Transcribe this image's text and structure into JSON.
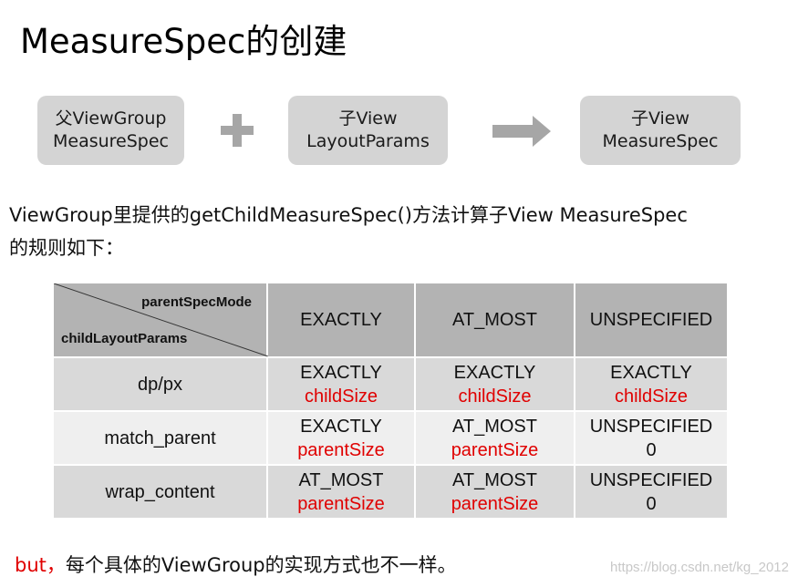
{
  "title": "MeasureSpec的创建",
  "flow": {
    "box1": {
      "line1": "父ViewGroup",
      "line2": "MeasureSpec"
    },
    "box2": {
      "line1": "子View",
      "line2": "LayoutParams"
    },
    "box3": {
      "line1": "子View",
      "line2": "MeasureSpec"
    },
    "operator_icon": "plus-icon",
    "result_icon": "right-arrow-icon"
  },
  "description": {
    "line1": "ViewGroup里提供的getChildMeasureSpec()方法计算子View MeasureSpec",
    "line2": "的规则如下："
  },
  "table": {
    "corner": {
      "top": "parentSpecMode",
      "bottom": "childLayoutParams"
    },
    "columns": [
      "EXACTLY",
      "AT_MOST",
      "UNSPECIFIED"
    ],
    "rows": [
      {
        "name": "dp/px",
        "cells": [
          {
            "mode": "EXACTLY",
            "size": "childSize"
          },
          {
            "mode": "EXACTLY",
            "size": "childSize"
          },
          {
            "mode": "EXACTLY",
            "size": "childSize"
          }
        ]
      },
      {
        "name": "match_parent",
        "cells": [
          {
            "mode": "EXACTLY",
            "size": "parentSize"
          },
          {
            "mode": "AT_MOST",
            "size": "parentSize"
          },
          {
            "mode": "UNSPECIFIED",
            "size": "0"
          }
        ]
      },
      {
        "name": "wrap_content",
        "cells": [
          {
            "mode": "AT_MOST",
            "size": "parentSize"
          },
          {
            "mode": "AT_MOST",
            "size": "parentSize"
          },
          {
            "mode": "UNSPECIFIED",
            "size": "0"
          }
        ]
      }
    ]
  },
  "footer": {
    "prefix": "but，",
    "text": "每个具体的ViewGroup的实现方式也不一样。"
  },
  "watermark": "https://blog.csdn.net/kg_2012",
  "colors": {
    "box_bg": "#d4d4d4",
    "header_bg": "#b3b3b3",
    "highlight": "#e00000",
    "icon": "#a6a6a6"
  }
}
